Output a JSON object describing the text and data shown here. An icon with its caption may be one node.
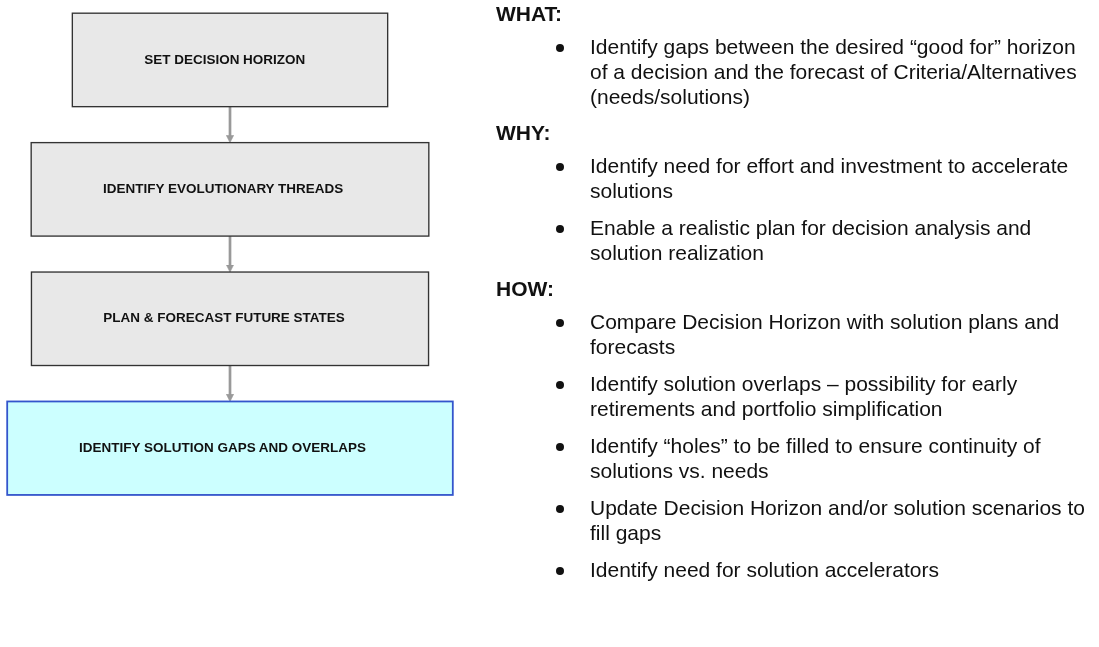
{
  "diagram": {
    "nodes": [
      {
        "text": [
          "SET DECISION HORIZON"
        ]
      },
      {
        "text": [
          "IDENTIFY EVOLUTIONARY THREADS"
        ]
      },
      {
        "text": [
          "PLAN & FORECAST FUTURE STATES"
        ]
      },
      {
        "text": [
          "IDENTIFY SOLUTION GAPS AND OVERLAPS"
        ]
      }
    ],
    "edges": [
      {
        "from": 0,
        "to": 1,
        "arrow": "to"
      },
      {
        "from": 1,
        "to": 2,
        "arrow": "to"
      },
      {
        "from": 2,
        "to": 3,
        "arrow": "to"
      }
    ],
    "labels": [
      "WHAT:",
      "Identify gaps between the desired “good for” horizon of a decision and the forecast of Criteria/Alternatives (needs/solutions)",
      "WHY:",
      "Identify need for effort and investment to accelerate solutions",
      "Enable a realistic plan for decision analysis and solution realization",
      "HOW:",
      "Compare Decision Horizon with solution plans and forecasts",
      "Identify solution overlaps – possibility for early retirements and portfolio simplification",
      "Identify “holes” to be filled to ensure continuity of solutions vs. needs",
      "Update Decision Horizon and/or solution scenarios to fill gaps",
      "Identify need for solution accelerators"
    ]
  }
}
